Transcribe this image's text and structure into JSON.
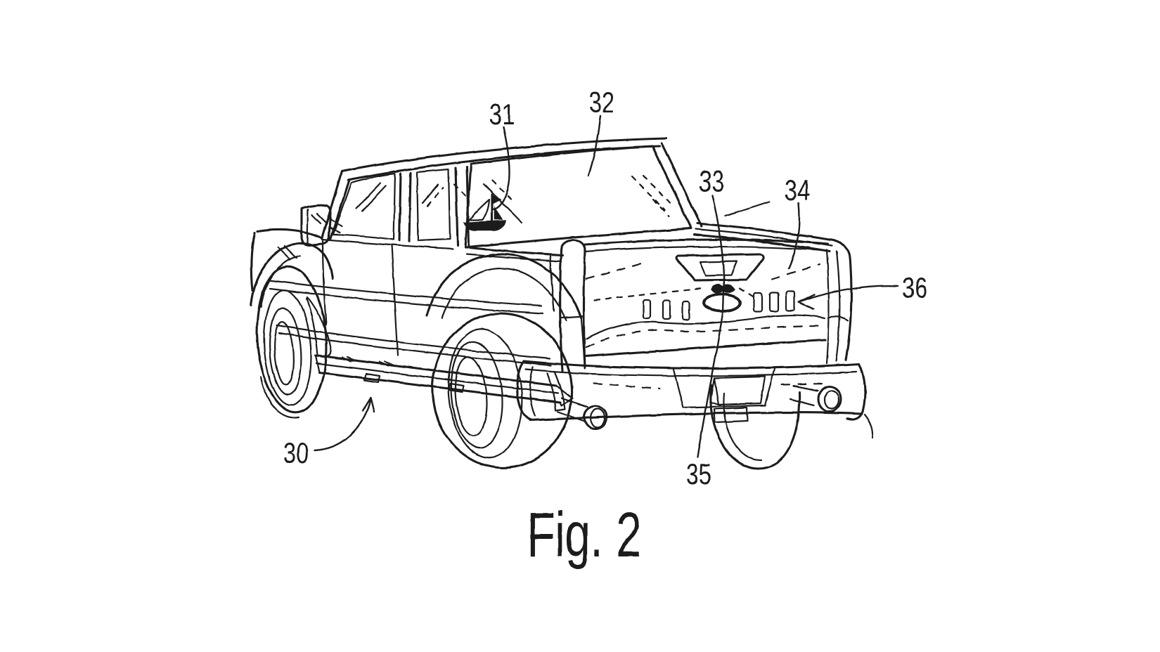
{
  "figure": {
    "caption": "Fig. 2",
    "labels": [
      {
        "id": "30",
        "text": "30"
      },
      {
        "id": "31",
        "text": "31"
      },
      {
        "id": "32",
        "text": "32"
      },
      {
        "id": "33",
        "text": "33"
      },
      {
        "id": "34",
        "text": "34"
      },
      {
        "id": "35",
        "text": "35"
      },
      {
        "id": "36",
        "text": "36"
      }
    ],
    "icons": [
      {
        "name": "sailboat-decal-icon"
      }
    ],
    "colors": {
      "ink": "#1b1b1b",
      "background": "#ffffff"
    }
  }
}
